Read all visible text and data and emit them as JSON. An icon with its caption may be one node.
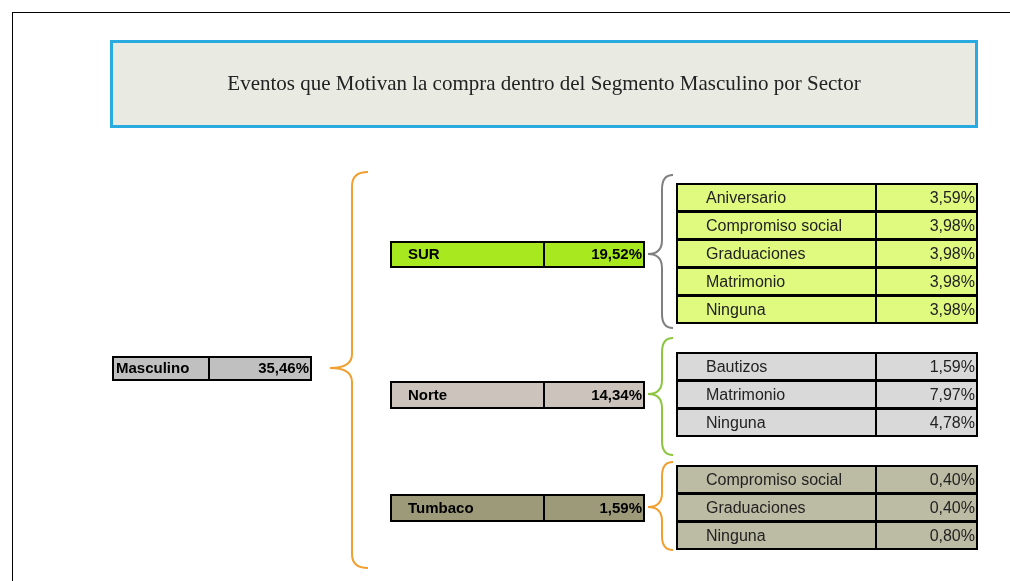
{
  "diagram": {
    "title": "Eventos que Motivan la compra dentro del Segmento Masculino por Sector",
    "nodes": [
      {
        "text": [
          "Masculino",
          "35,46%"
        ]
      },
      {
        "text": [
          "SUR",
          "19,52%"
        ]
      },
      {
        "text": [
          "Norte",
          "14,34%"
        ]
      },
      {
        "text": [
          "Tumbaco",
          "1,59%"
        ]
      },
      {
        "text": [
          "Aniversario",
          "3,59%"
        ]
      },
      {
        "text": [
          "Compromiso social",
          "3,98%"
        ]
      },
      {
        "text": [
          "Graduaciones",
          "3,98%"
        ]
      },
      {
        "text": [
          "Matrimonio",
          "3,98%"
        ]
      },
      {
        "text": [
          "Ninguna",
          "3,98%"
        ]
      },
      {
        "text": [
          "Bautizos",
          "1,59%"
        ]
      },
      {
        "text": [
          "Matrimonio",
          "7,97%"
        ]
      },
      {
        "text": [
          "Ninguna",
          "4,78%"
        ]
      },
      {
        "text": [
          "Compromiso social",
          "0,40%"
        ]
      },
      {
        "text": [
          "Graduaciones",
          "0,40%"
        ]
      },
      {
        "text": [
          "Ninguna",
          "0,80%"
        ]
      }
    ]
  }
}
